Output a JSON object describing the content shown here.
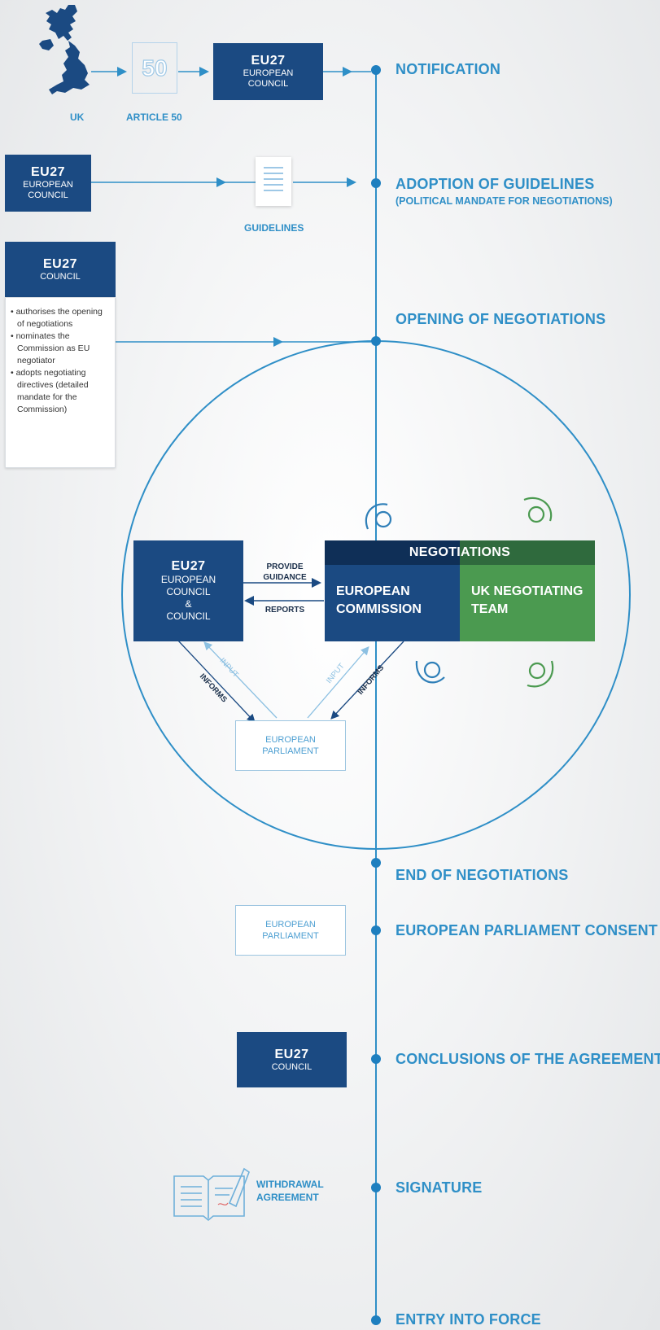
{
  "timeline": {
    "steps": [
      {
        "label": "NOTIFICATION"
      },
      {
        "label": "ADOPTION OF GUIDELINES",
        "sublabel": "(POLITICAL MANDATE FOR NEGOTIATIONS)"
      },
      {
        "label": "OPENING OF NEGOTIATIONS"
      },
      {
        "label": "END OF NEGOTIATIONS"
      },
      {
        "label": "EUROPEAN PARLIAMENT CONSENT"
      },
      {
        "label": "CONCLUSIONS OF THE AGREEMENT"
      },
      {
        "label": "SIGNATURE"
      },
      {
        "label": "ENTRY INTO FORCE"
      }
    ]
  },
  "notification": {
    "uk_label": "UK",
    "article_number": "50",
    "article_label": "ARTICLE 50",
    "council_box": {
      "title": "EU27",
      "line1": "EUROPEAN",
      "line2": "COUNCIL"
    }
  },
  "guidelines": {
    "council_box": {
      "title": "EU27",
      "line1": "EUROPEAN",
      "line2": "COUNCIL"
    },
    "doc_label": "GUIDELINES"
  },
  "opening": {
    "council_box": {
      "title": "EU27",
      "line1": "COUNCIL"
    },
    "bullets": [
      "• authorises the opening of negotiations",
      "• nominates the Commission as EU negotiator",
      "• adopts negotiating directives (detailed mandate for the Commission)"
    ]
  },
  "negotiations": {
    "eu_box": {
      "title": "EU27",
      "line1": "EUROPEAN",
      "line2": "COUNCIL",
      "line3": "&",
      "line4": "COUNCIL"
    },
    "provide_guidance": "PROVIDE GUIDANCE",
    "reports": "REPORTS",
    "header": "NEGOTIATIONS",
    "commission": "EUROPEAN COMMISSION",
    "uk_team": "UK NEGOTIATING TEAM",
    "input_left": "INPUT",
    "informs_left": "INFORMS",
    "input_right": "INPUT",
    "informs_right": "INFORMS",
    "parliament": {
      "line1": "EUROPEAN",
      "line2": "PARLIAMENT"
    }
  },
  "consent": {
    "parliament": {
      "line1": "EUROPEAN",
      "line2": "PARLIAMENT"
    }
  },
  "conclusions": {
    "council_box": {
      "title": "EU27",
      "line1": "COUNCIL"
    }
  },
  "signature": {
    "label": "WITHDRAWAL AGREEMENT"
  },
  "colors": {
    "navy": "#1b4a82",
    "accent_blue": "#2f8fc7",
    "uk_green": "#4b9a50",
    "dark_green": "#2f6a3d",
    "dark_navy": "#0f2f57"
  }
}
